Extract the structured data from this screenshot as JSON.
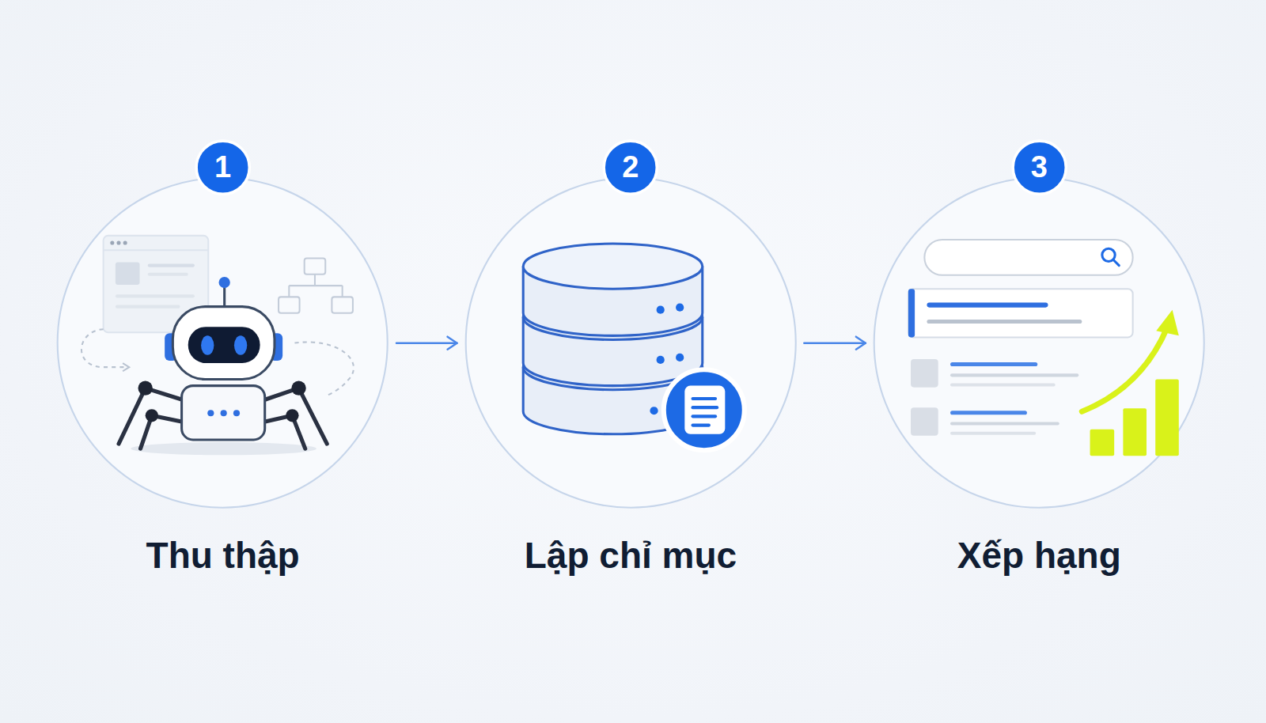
{
  "diagram": {
    "nodes": [
      {
        "text": [
          "Thu thập"
        ]
      },
      {
        "text": [
          "1"
        ],
        "in": 0
      },
      {
        "text": [
          "Lập chỉ mục"
        ]
      },
      {
        "text": [
          "2"
        ],
        "in": 2
      },
      {
        "text": [
          "Xếp hạng"
        ]
      },
      {
        "text": [
          "3"
        ],
        "in": 4
      }
    ],
    "edges": [
      {
        "from": 0,
        "to": 2,
        "arrow": "to"
      },
      {
        "from": 2,
        "to": 4,
        "arrow": "to"
      }
    ]
  }
}
